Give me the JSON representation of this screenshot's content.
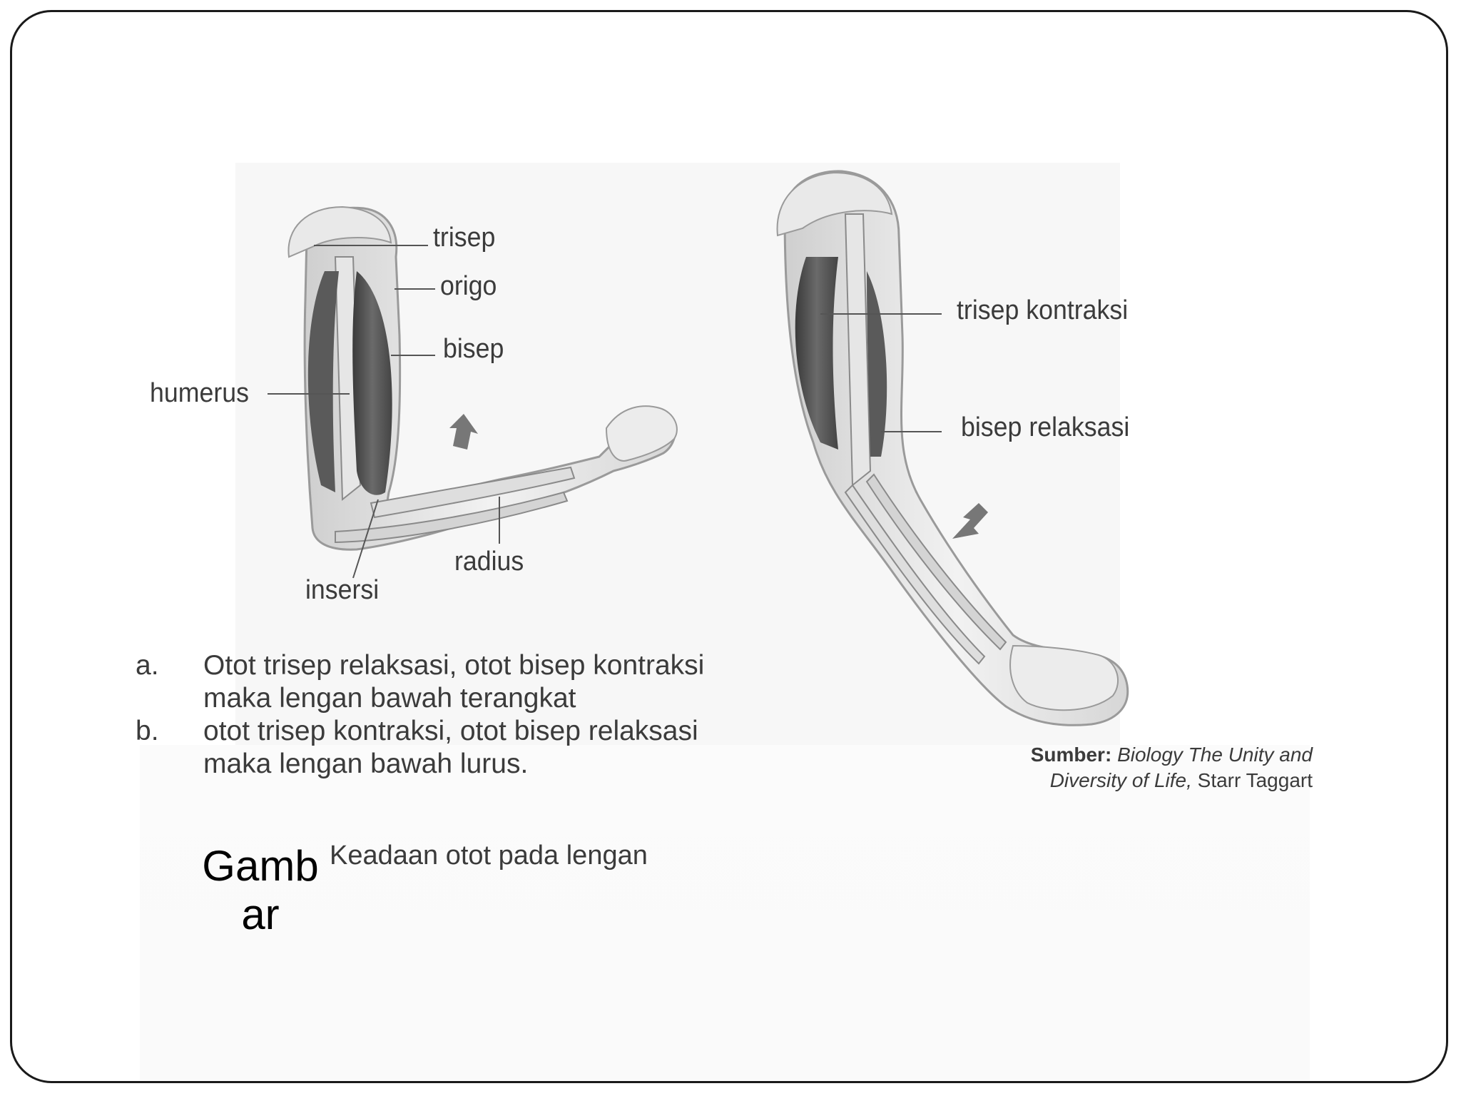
{
  "labels": {
    "left": {
      "trisep": "trisep",
      "origo": "origo",
      "bisep": "bisep",
      "humerus": "humerus",
      "insersi": "insersi",
      "radius": "radius"
    },
    "right": {
      "trisep_kontraksi": "trisep kontraksi",
      "bisep_relaksasi": "bisep relaksasi"
    }
  },
  "list": [
    {
      "marker": "a.",
      "lines": [
        "Otot trisep relaksasi, otot bisep kontraksi",
        "maka lengan bawah terangkat"
      ]
    },
    {
      "marker": "b.",
      "lines": [
        "otot trisep kontraksi, otot bisep relaksasi",
        "maka lengan bawah lurus."
      ]
    }
  ],
  "source": {
    "prefix": "Sumber:",
    "title_line1": "Biology The Unity and",
    "title_line2": "Diversity of Life,",
    "author": "Starr Taggart"
  },
  "caption": {
    "heading": "Gambar",
    "text": "Keadaan otot pada lengan"
  },
  "icons": {
    "arrow_left": "up-arrow-icon",
    "arrow_right": "down-left-arrow-icon"
  },
  "colors": {
    "frame_border": "#1a1a1a",
    "muscle_dark": "#4a4a4a",
    "bone_light": "#e6e6e6",
    "text": "#3b3b3b"
  }
}
